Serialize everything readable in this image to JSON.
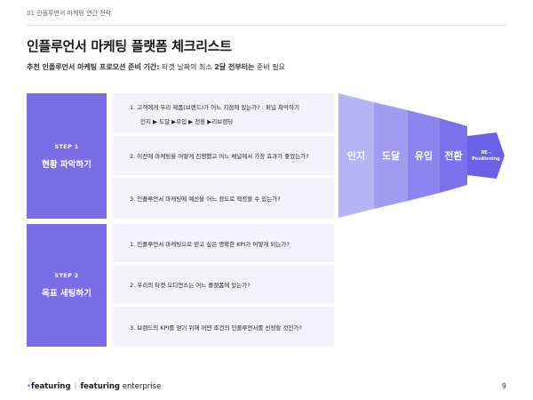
{
  "header": {
    "section": "01 인플루언서 마케팅 연간 전략"
  },
  "title": "인플루언서 마케팅 플랫폼 체크리스트",
  "subtitle": {
    "bold_part": "추천 인플루언서 마케팅 프로모션 준비 기간:",
    "text_part1": " 타겟 날짜의 최소 ",
    "bold_part2": "2달 전부터는",
    "text_part2": " 준비 필요"
  },
  "steps": [
    {
      "label": "STEP 1",
      "name": "현황 파악하기"
    },
    {
      "label": "STEP 2",
      "name": "목표 세팅하기"
    }
  ],
  "questions": [
    {
      "text": "1. 고객에게 우리 제품(브랜드)가 어느 지점에 있는가? : 퍼널 파악하기",
      "sub": "인지 ▶ 도달 ▶유입 ▶ 전환 ▶리브랜딩"
    },
    {
      "text": "2. 이전에 마케팅을 어떻게 진행했고 어느 채널에서 가장 효과가 좋았는가?"
    },
    {
      "text": "3. 인플루언서 마케팅에 예산을 어느 정도로 책정할 수 있는가?"
    },
    {
      "text": "1. 인플루언서 마케팅으로 얻고 싶은 명확한 KPI가 어떻게 되는가?"
    },
    {
      "text": "2. 우리의 타겟 오디언스는 어느 플랫폼에 있는가?"
    },
    {
      "text": "3. 브랜드의 KPI를 얻기 위해 어떤 조건의 인플루언서를 선정할 것인가?"
    }
  ],
  "funnel": {
    "stages": [
      "인지",
      "도달",
      "유입",
      "전환"
    ],
    "end_label_line1": "RE -",
    "end_label_line2": "Positioning",
    "colors": [
      "#b7b4f6",
      "#a09cf2",
      "#8b85ef",
      "#7a72ec",
      "#6a62e6"
    ]
  },
  "footer": {
    "brand1": "featuring",
    "brand2": "featuring",
    "brand2_suffix": "enterprise",
    "page": "9"
  }
}
